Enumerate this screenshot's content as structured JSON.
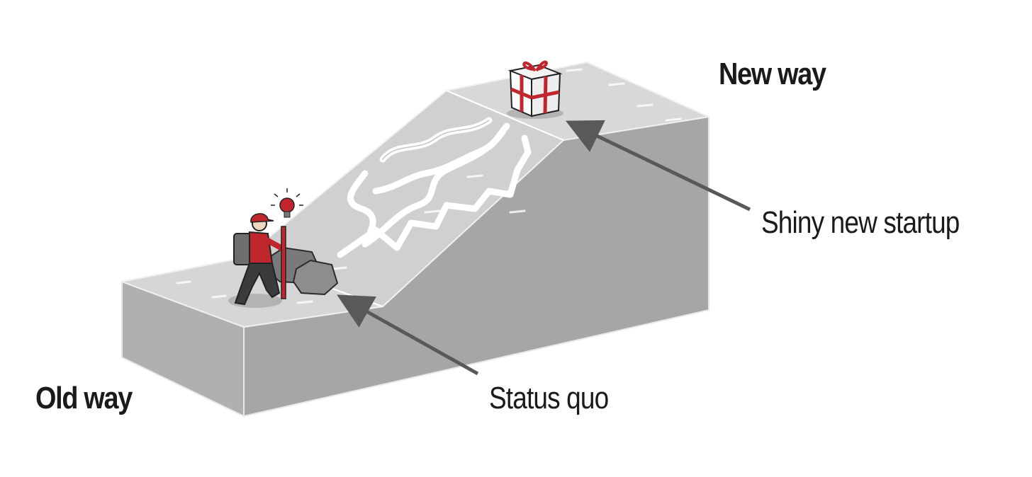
{
  "labels": {
    "new_way": "New way",
    "old_way": "Old way",
    "shiny_new_startup": "Shiny new startup",
    "status_quo": "Status quo"
  },
  "illustration": {
    "figure": "hiker-with-backpack-and-staff",
    "icons": [
      "lightbulb-icon",
      "gift-box-icon",
      "boulder-icon"
    ],
    "colors": {
      "top_surface": "#d9d9d9",
      "side_face": "#a9a9a9",
      "accent_red": "#c0272d",
      "path": "#f2f2f2",
      "arrow": "#595959"
    }
  }
}
